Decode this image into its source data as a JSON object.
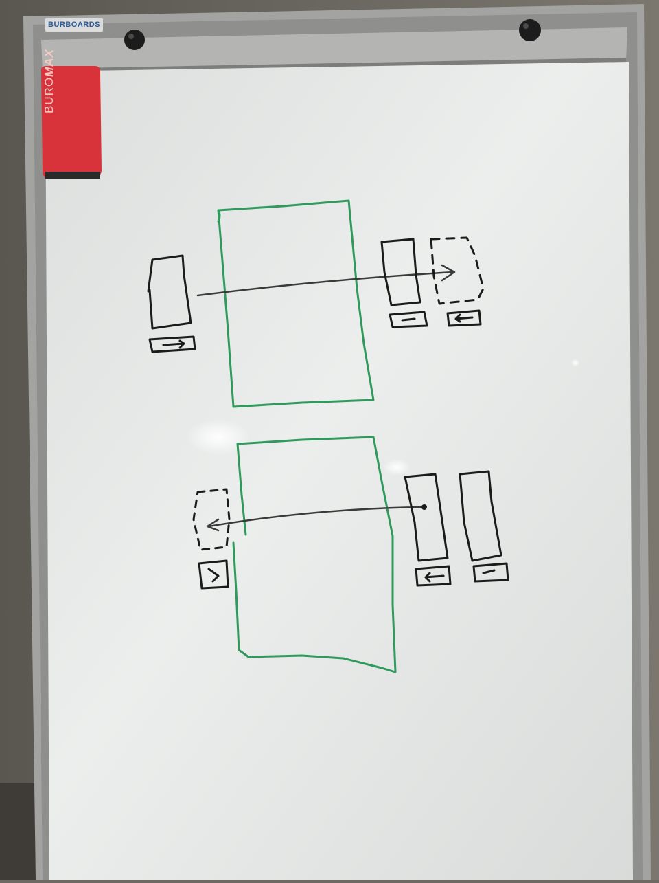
{
  "board": {
    "brand_label": "BURBOARDS",
    "eraser_brand_prefix": "BURO",
    "eraser_brand_suffix": "MAX",
    "colors": {
      "frame": "#9a9a98",
      "surface": "#e6e7e6",
      "green_marker": "#2f9a5c",
      "black_marker": "#1b1b1b",
      "eraser": "#d8333a"
    }
  }
}
